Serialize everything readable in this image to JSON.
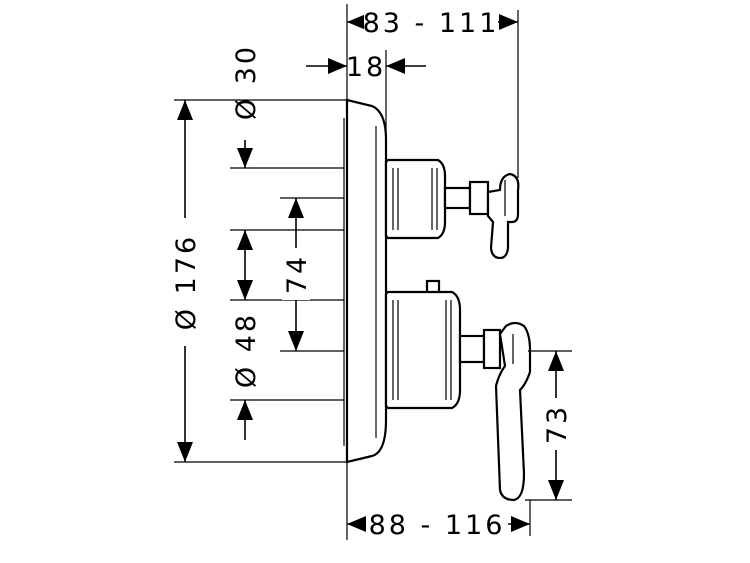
{
  "dimensions": {
    "top_depth_range": "83 - 111",
    "plate_depth": "18",
    "upper_diameter": "Ø 30",
    "plate_diameter": "Ø 176",
    "spacing": "74",
    "lower_diameter": "Ø 48",
    "handle_height": "73",
    "bottom_depth_range": "88 - 116"
  }
}
